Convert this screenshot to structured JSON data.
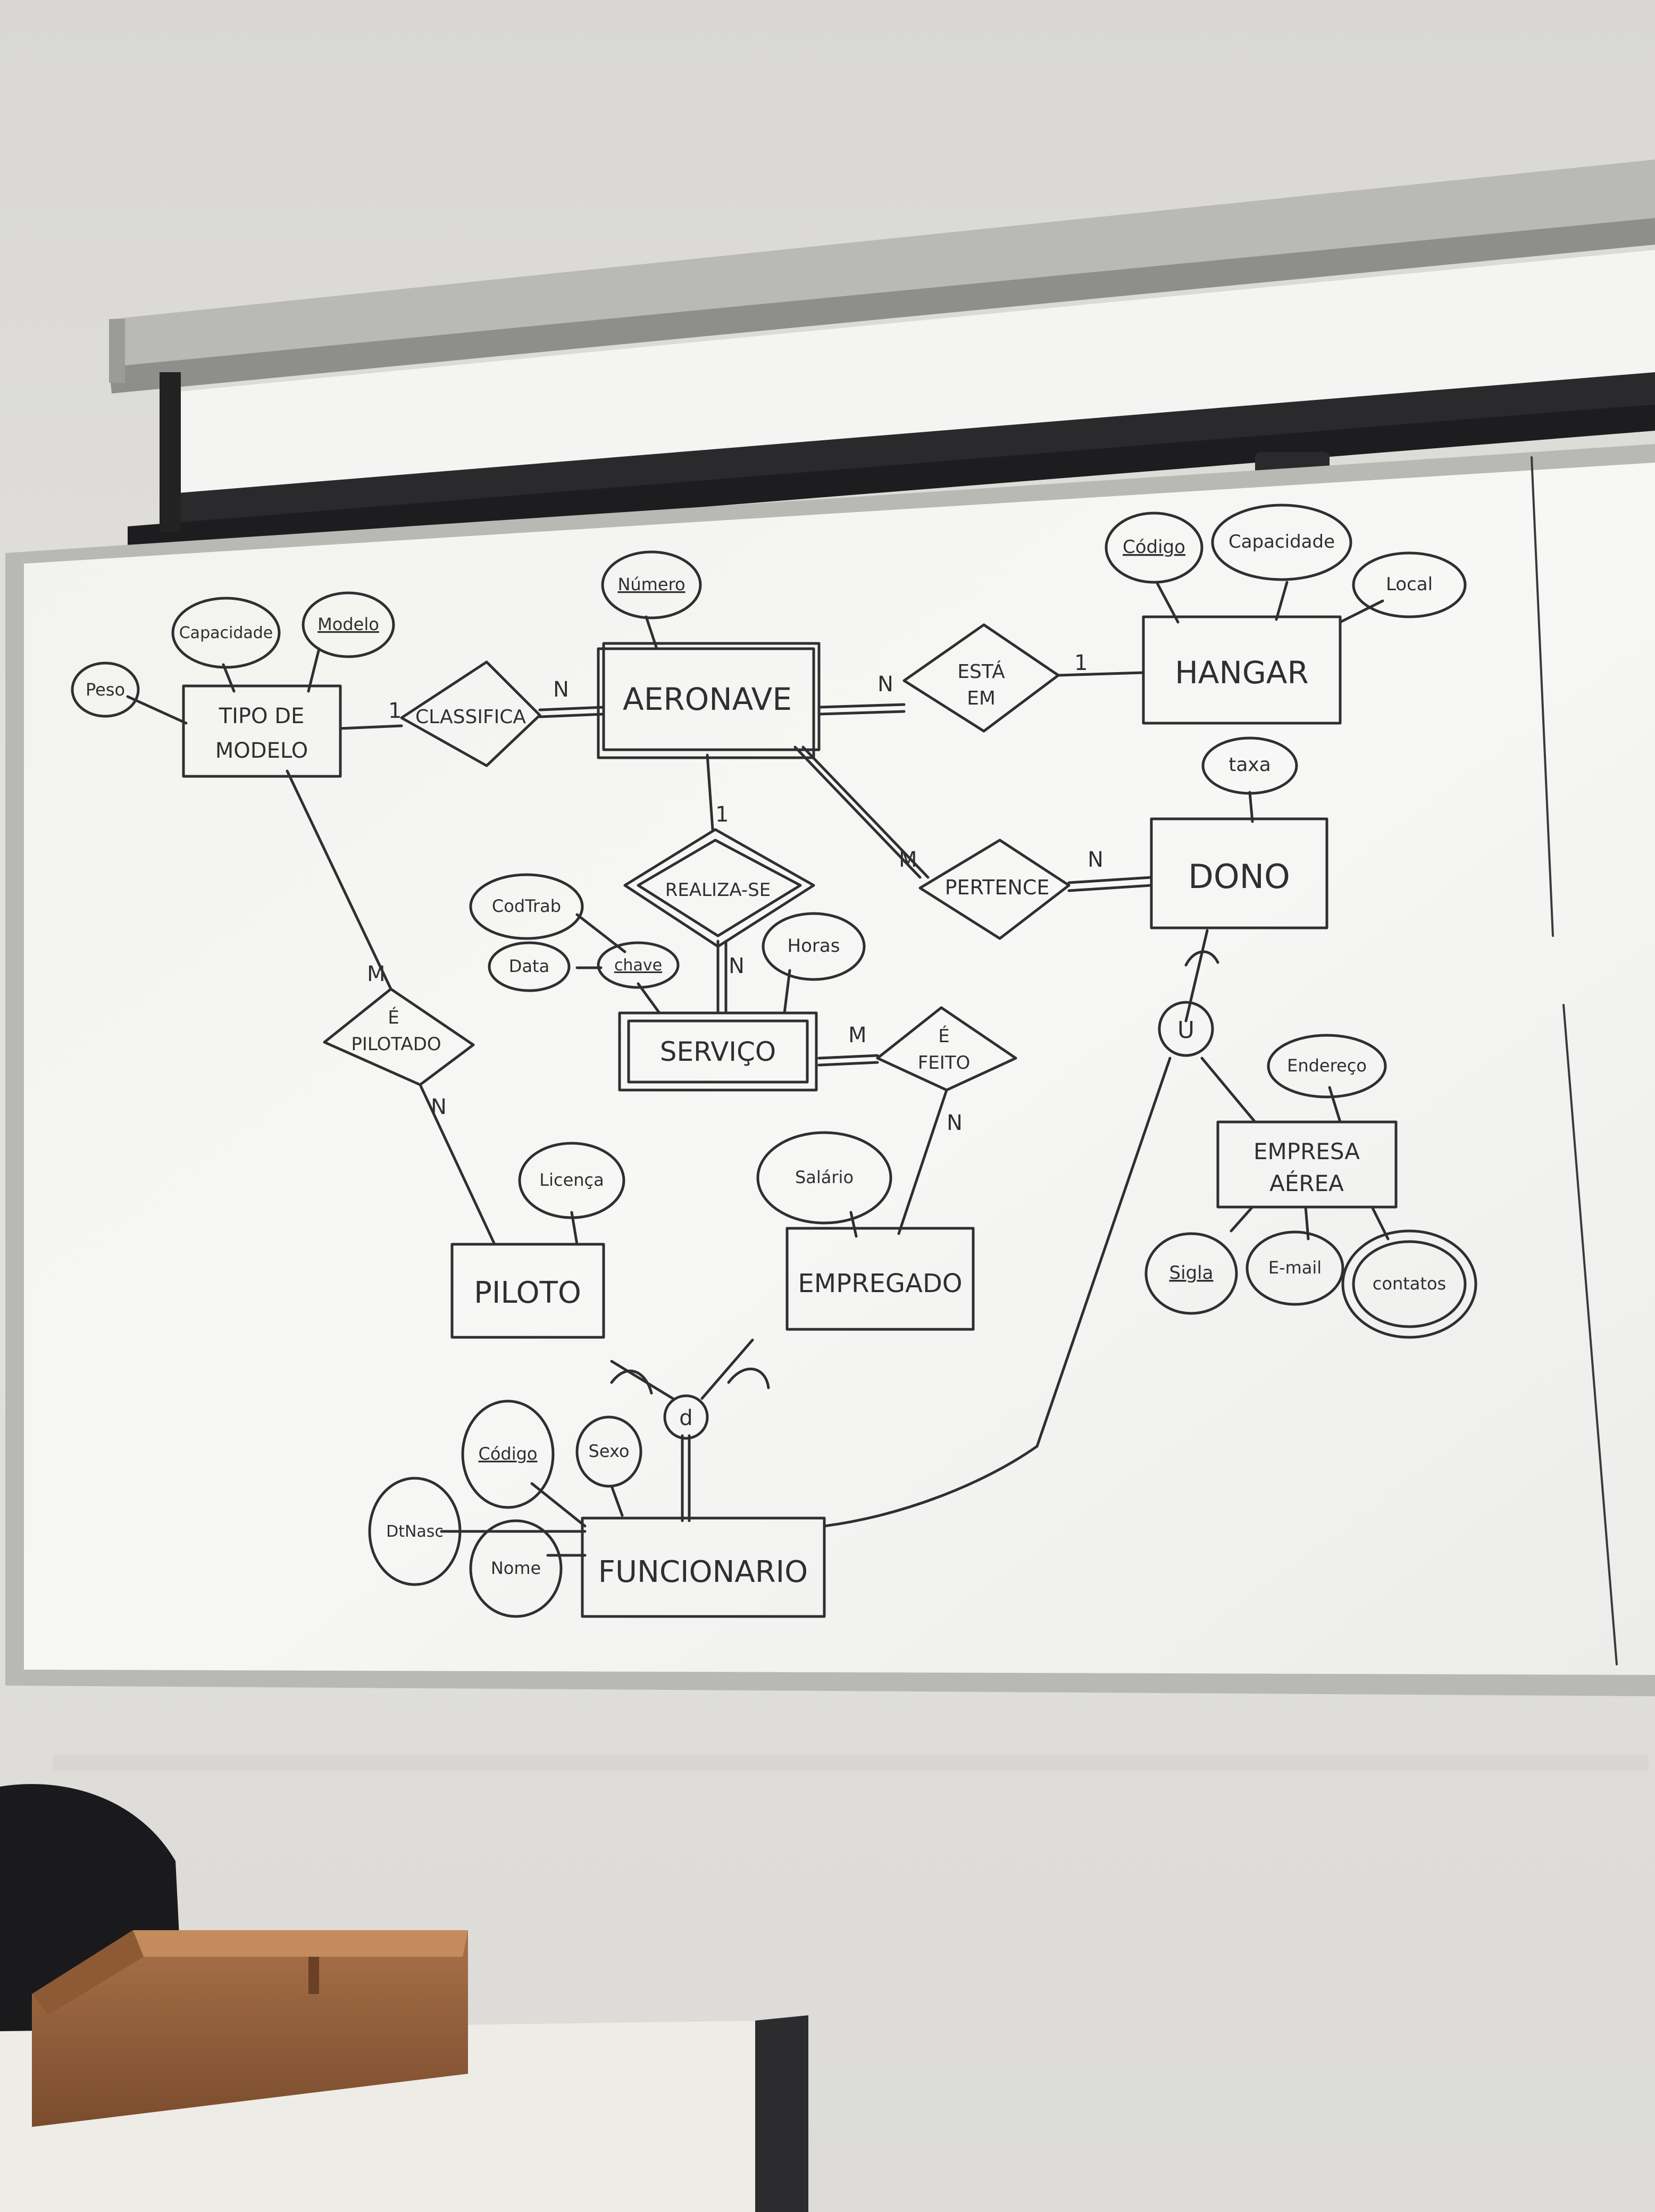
{
  "diagram": {
    "entities": {
      "tipo_modelo": [
        "TIPO DE",
        "MODELO"
      ],
      "aeronave": "AERONAVE",
      "hangar": "HANGAR",
      "dono": "DONO",
      "servico": "SERVIÇO",
      "piloto": "PILOTO",
      "empregado": "EMPREGADO",
      "funcionario": "FUNCIONARIO",
      "empresa_aerea": [
        "EMPRESA",
        "AÉREA"
      ]
    },
    "relationships": {
      "classifica": "CLASSIFICA",
      "esta_em": [
        "ESTÁ",
        "EM"
      ],
      "realiza_se": "REALIZA-SE",
      "pertence": "PERTENCE",
      "e_pilotado": [
        "É",
        "PILOTADO"
      ],
      "e_feito": [
        "É",
        "FEITO"
      ]
    },
    "attributes": {
      "peso": "Peso",
      "capacidade_modelo": "Capacidade",
      "modelo": "Modelo",
      "numero": "Número",
      "codigo_hangar": "Código",
      "capacidade_hangar": "Capacidade",
      "local": "Local",
      "taxa": "taxa",
      "codtrab": "CodTrab",
      "data": "Data",
      "chave": "chave",
      "horas": "Horas",
      "licenca": "Licença",
      "salario": "Salário",
      "endereco": "Endereço",
      "sigla": "Sigla",
      "email": "E-mail",
      "contatos": "contatos",
      "codigo_func": "Código",
      "sexo": "Sexo",
      "dtnasc": "DtNasc",
      "nome": "Nome"
    },
    "cardinalities": {
      "classifica_tipo": "1",
      "classifica_aeronave": "N",
      "esta_em_aeronave": "N",
      "esta_em_hangar": "1",
      "realiza_aeronave": "1",
      "realiza_servico": "N",
      "pertence_aeronave": "M",
      "pertence_dono": "N",
      "pilotado_tipo": "M",
      "pilotado_piloto": "N",
      "feito_servico": "M",
      "feito_empregado": "N"
    },
    "specialization": {
      "disjoint": "d",
      "union": "U"
    }
  }
}
